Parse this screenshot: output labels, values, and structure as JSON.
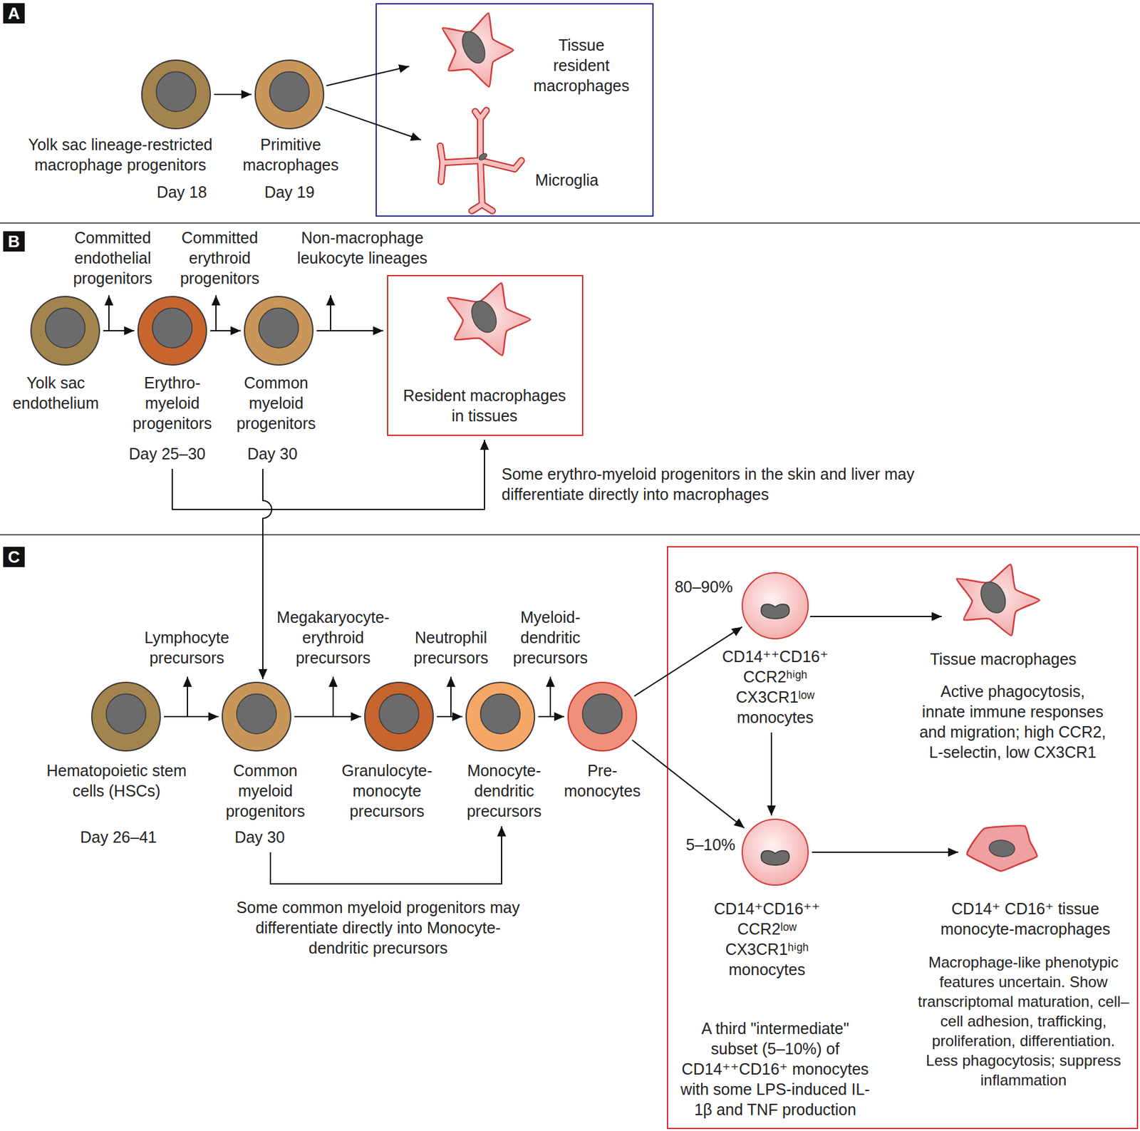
{
  "diagram": {
    "nodes": [
      {
        "text": [
          "Yolk sac lineage-restricted macrophage progenitors",
          "Day 18"
        ]
      },
      {
        "text": [
          "Primitive macrophages",
          "Day 19"
        ]
      },
      {
        "text": [
          "Tissue resident macrophages"
        ]
      },
      {
        "text": [
          "Microglia"
        ]
      },
      {
        "text": [
          "Yolk sac endothelium"
        ]
      },
      {
        "text": [
          "Erythro-myeloid progenitors",
          "Day 25–30"
        ]
      },
      {
        "text": [
          "Common myeloid progenitors",
          "Day 30"
        ]
      },
      {
        "text": [
          "Resident macrophages in tissues"
        ]
      },
      {
        "text": [
          "Hematopoietic stem cells (HSCs)",
          "Day 26–41"
        ]
      },
      {
        "text": [
          "Common myeloid progenitors",
          "Day 30"
        ]
      },
      {
        "text": [
          "Granulocyte-monocyte precursors"
        ]
      },
      {
        "text": [
          "Monocyte-dendritic precursors"
        ]
      },
      {
        "text": [
          "Pre-monocytes"
        ]
      },
      {
        "text": [
          "80–90%",
          "CD14⁺⁺CD16⁺ CCR2ʰⁱᵍʰ CX3CR1ˡᵒʷ monocytes"
        ]
      },
      {
        "text": [
          "Tissue macrophages",
          "Active phagocytosis, innate immune responses and migration; high CCR2, L-selectin, low CX3CR1"
        ]
      },
      {
        "text": [
          "5–10%",
          "CD14⁺CD16⁺⁺ CCR2ˡᵒʷ CX3CR1ʰⁱᵍʰ monocytes"
        ]
      },
      {
        "text": [
          "CD14⁺ CD16⁺ tissue monocyte-macrophages",
          "Macrophage-like phenotypic features uncertain. Show transcriptomal maturation, cell–cell adhesion, trafficking, proliferation, differentiation. Less phagocytosis; suppress inflammation"
        ]
      }
    ],
    "edges": [
      {
        "from": 0,
        "to": 1,
        "arrow": "to"
      },
      {
        "from": 1,
        "to": 2,
        "arrow": "to"
      },
      {
        "from": 1,
        "to": 3,
        "arrow": "to"
      },
      {
        "from": 4,
        "to": 5,
        "arrow": "to"
      },
      {
        "from": 5,
        "to": 6,
        "arrow": "to"
      },
      {
        "from": 6,
        "to": 7,
        "arrow": "to"
      },
      {
        "from": 5,
        "to": 7,
        "arrow": "to"
      },
      {
        "from": 6,
        "to": 9,
        "arrow": "to"
      },
      {
        "from": 8,
        "to": 9,
        "arrow": "to"
      },
      {
        "from": 9,
        "to": 10,
        "arrow": "to"
      },
      {
        "from": 10,
        "to": 11,
        "arrow": "to"
      },
      {
        "from": 11,
        "to": 12,
        "arrow": "to"
      },
      {
        "from": 9,
        "to": 11,
        "arrow": "to"
      },
      {
        "from": 12,
        "to": 13,
        "arrow": "to"
      },
      {
        "from": 12,
        "to": 15,
        "arrow": "to"
      },
      {
        "from": 13,
        "to": 14,
        "arrow": "to"
      },
      {
        "from": 13,
        "to": 15,
        "arrow": "to"
      },
      {
        "from": 15,
        "to": 16,
        "arrow": "to"
      }
    ],
    "labels": [
      "A",
      "B",
      "Committed endothelial progenitors",
      "Committed erythroid progenitors",
      "Non-macrophage leukocyte lineages",
      "Some erythro-myeloid progenitors in the skin and liver may differentiate directly into macrophages",
      "C",
      "Lymphocyte precursors",
      "Megakaryocyte-erythroid precursors",
      "Neutrophil precursors",
      "Myeloid-dendritic precursors",
      "Some common myeloid progenitors may differentiate directly into Monocyte-dendritic precursors",
      "A third \"intermediate\" subset (5–10%) of CD14⁺⁺CD16⁺ monocytes with some LPS-induced IL-1β and TNF production"
    ]
  }
}
